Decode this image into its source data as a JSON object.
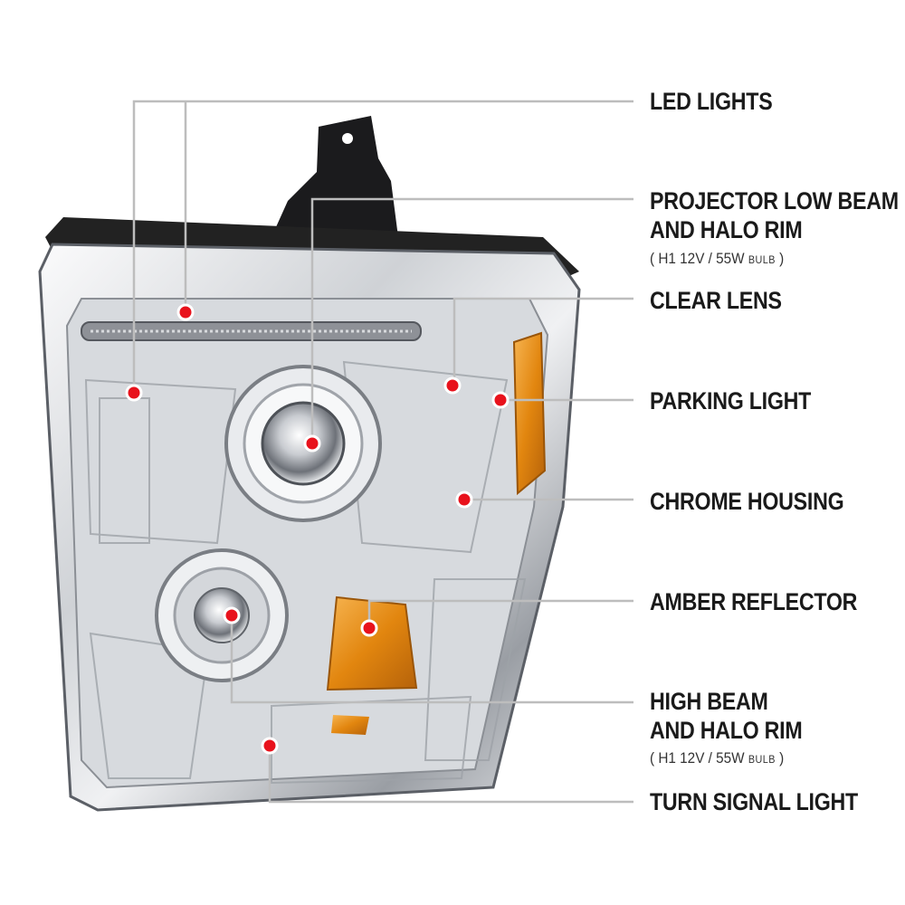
{
  "callouts": [
    {
      "id": "led-lights",
      "lines": [
        "LED LIGHTS"
      ]
    },
    {
      "id": "projector-low-beam",
      "lines": [
        "PROJECTOR LOW BEAM",
        "AND HALO RIM"
      ],
      "spec": {
        "open": "(",
        "main": "H1  12V / 55W",
        "unit": "BULB",
        "close": ")"
      }
    },
    {
      "id": "clear-lens",
      "lines": [
        "CLEAR LENS"
      ]
    },
    {
      "id": "parking-light",
      "lines": [
        "PARKING LIGHT"
      ]
    },
    {
      "id": "chrome-housing",
      "lines": [
        "CHROME HOUSING"
      ]
    },
    {
      "id": "amber-reflector",
      "lines": [
        "AMBER REFLECTOR"
      ]
    },
    {
      "id": "high-beam",
      "lines": [
        "HIGH BEAM",
        "AND HALO RIM"
      ],
      "spec": {
        "open": "(",
        "main": "H1  12V / 55W",
        "unit": "BULB",
        "close": ")"
      }
    },
    {
      "id": "turn-signal-light",
      "lines": [
        "TURN SIGNAL LIGHT"
      ]
    }
  ],
  "colors": {
    "leader": "#bdbdbd",
    "dot": "#e8121c",
    "dot_ring": "#ffffff",
    "text": "#1a1a1a",
    "chrome_light": "#f2f3f5",
    "chrome_dark": "#7d8187",
    "amber": "#e38a14",
    "bracket": "#1b1b1d"
  }
}
